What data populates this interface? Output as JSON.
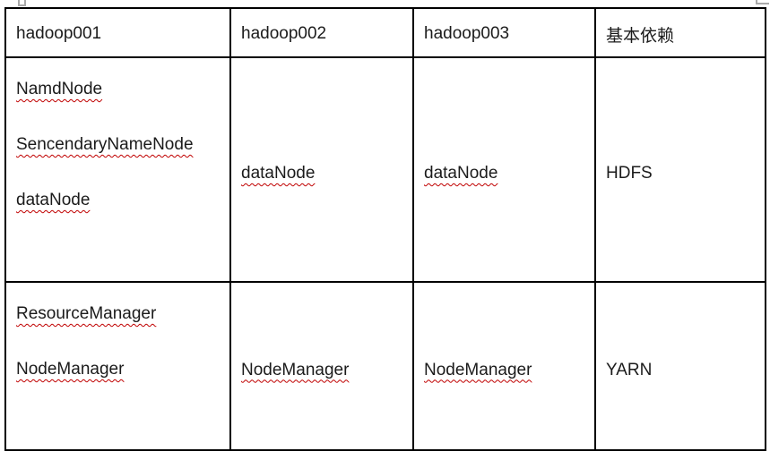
{
  "colors": {
    "table_border": "#000000",
    "text": "#1b1b1b",
    "spellcheck_underline": "#c00000",
    "handle_gray": "#a9a9a9",
    "background": "#ffffff"
  },
  "table": {
    "headers": [
      {
        "text": "hadoop001"
      },
      {
        "text": "hadoop002"
      },
      {
        "text": "hadoop003"
      },
      {
        "text": "基本依赖"
      }
    ],
    "rows": [
      {
        "cells": [
          {
            "lines": [
              {
                "text": "NamdNode",
                "misspelled": true
              },
              {
                "text": "SencendaryNameNode",
                "misspelled": true
              },
              {
                "text": "dataNode",
                "misspelled": true
              }
            ]
          },
          {
            "lines": [
              {
                "text": "dataNode",
                "misspelled": true
              }
            ]
          },
          {
            "lines": [
              {
                "text": "dataNode",
                "misspelled": true
              }
            ]
          },
          {
            "lines": [
              {
                "text": "HDFS",
                "misspelled": false
              }
            ]
          }
        ]
      },
      {
        "cells": [
          {
            "lines": [
              {
                "text": "ResourceManager",
                "misspelled": true
              },
              {
                "text": "NodeManager",
                "misspelled": true
              }
            ]
          },
          {
            "lines": [
              {
                "text": "NodeManager",
                "misspelled": true
              }
            ]
          },
          {
            "lines": [
              {
                "text": "NodeManager",
                "misspelled": true
              }
            ]
          },
          {
            "lines": [
              {
                "text": "YARN",
                "misspelled": false
              }
            ]
          }
        ]
      }
    ]
  }
}
